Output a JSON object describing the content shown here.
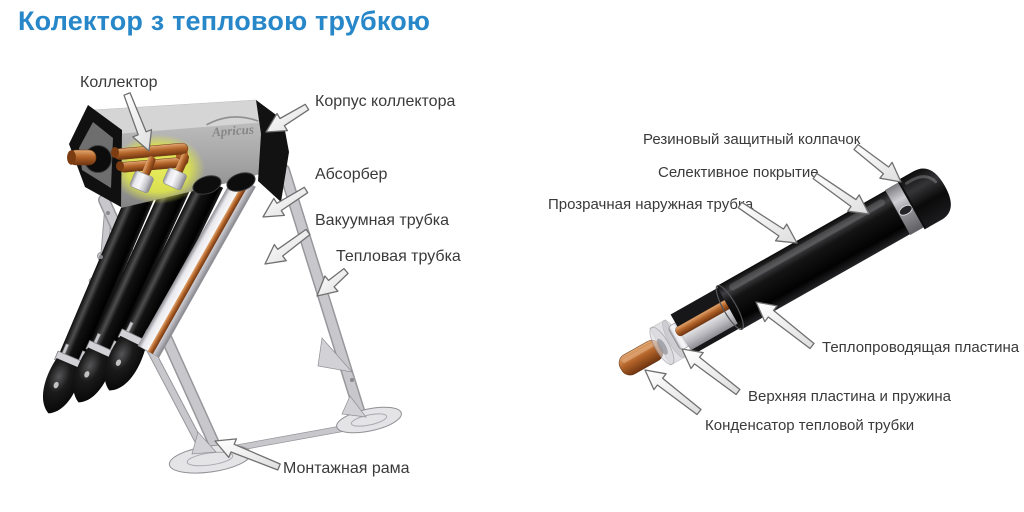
{
  "title": "Колектор з тепловою трубкою",
  "colors": {
    "title": "#2787c9",
    "label": "#3a3a3a",
    "copper": "#b4652a",
    "highlight": "#dce24e",
    "arrow_fill": "#ffffff",
    "tube_black": "#0c0c0c",
    "frame_silver": "#d2d2d6"
  },
  "left_diagram": {
    "logo": "Apricus",
    "labels": {
      "collector": "Коллектор",
      "housing": "Корпус коллектора",
      "absorber": "Абсорбер",
      "vacuum_tube": "Вакуумная трубка",
      "heat_pipe": "Тепловая трубка",
      "mounting_frame": "Монтажная рама"
    }
  },
  "right_diagram": {
    "labels": {
      "rubber_cap": "Резиновый защитный колпачок",
      "selective_coating": "Селективное покрытие",
      "outer_tube": "Прозрачная наружная трубка",
      "heat_plate": "Теплопроводящая пластина",
      "top_plate_spring": "Верхняя пластина и пружина",
      "condenser": "Конденсатор тепловой трубки"
    }
  }
}
